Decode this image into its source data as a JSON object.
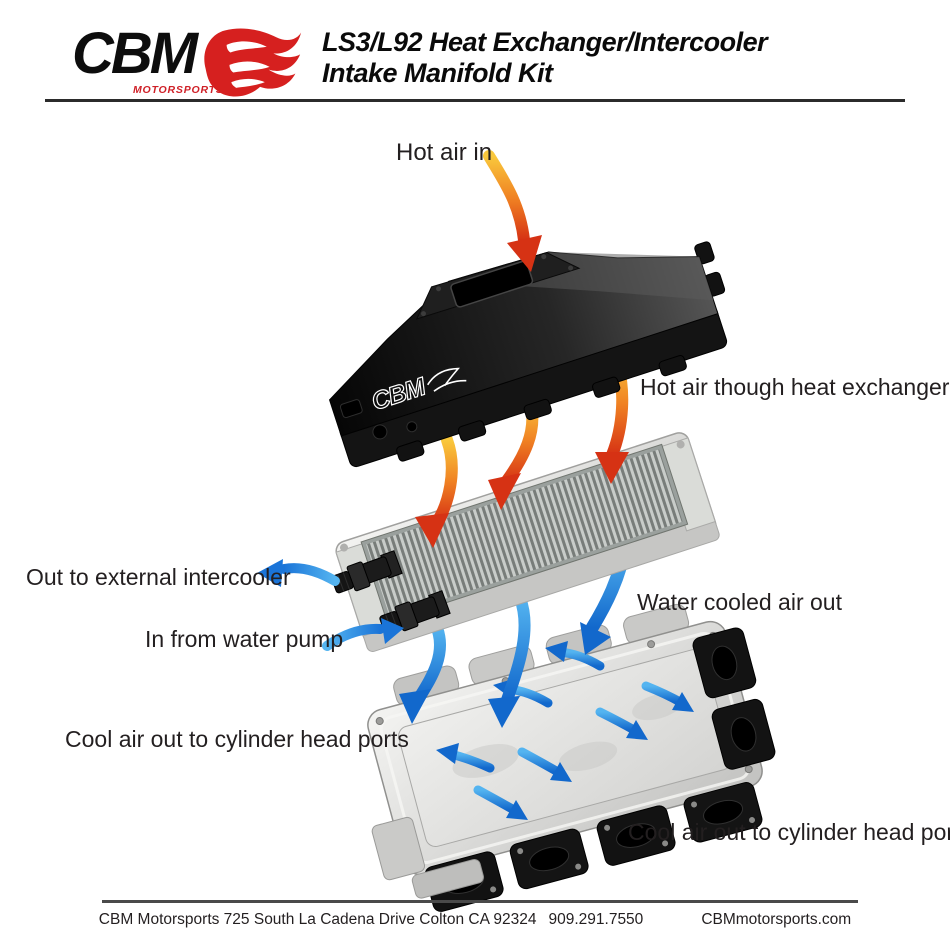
{
  "header": {
    "brand": "CBM",
    "brand_sub": "MOTORSPORTS",
    "title_line1": "LS3/L92 Heat Exchanger/Intercooler",
    "title_line2": "Intake Manifold Kit"
  },
  "diagram": {
    "labels": {
      "hot_air_in": "Hot air in",
      "hot_air_through": "Hot air though heat exchanger",
      "out_external": "Out to external intercooler",
      "in_water_pump": "In from water pump",
      "water_cooled_out": "Water cooled air out",
      "cool_air_left": "Cool air out to cylinder head ports",
      "cool_air_right": "Cool air out to cylinder head ports"
    },
    "plenum_logo": "CBM",
    "colors": {
      "hot_arrow_start": "#f9c83c",
      "hot_arrow_end": "#d63214",
      "cool_arrow_start": "#54b4f0",
      "cool_arrow_end": "#1268cc",
      "brand_red": "#d6201f"
    }
  },
  "footer": {
    "address": "CBM Motorsports 725 South La Cadena Drive Colton CA 92324",
    "phone": "909.291.7550",
    "website": "CBMmotorsports.com"
  }
}
